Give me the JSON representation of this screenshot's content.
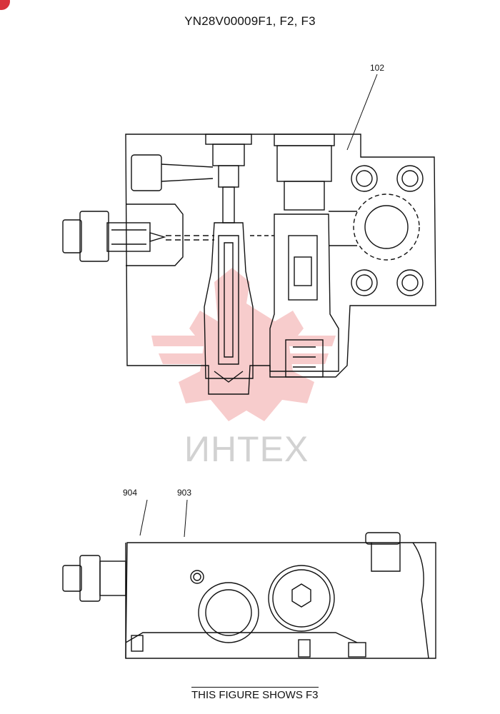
{
  "drawing_title": "YN28V00009F1, F2, F3",
  "callouts": {
    "top_view_part": "102",
    "side_view_left": "904",
    "side_view_right": "903"
  },
  "watermark": {
    "text": "ИНТЕХ",
    "color": "#e8323c"
  },
  "caption": "THIS FIGURE SHOWS  F3",
  "colors": {
    "line": "#111111",
    "watermark_red": "#f4b8b8",
    "watermark_text": "#d2d2d2"
  },
  "icons": {
    "corner_badge": "red-circle-badge",
    "watermark_logo": "gear-logo"
  }
}
